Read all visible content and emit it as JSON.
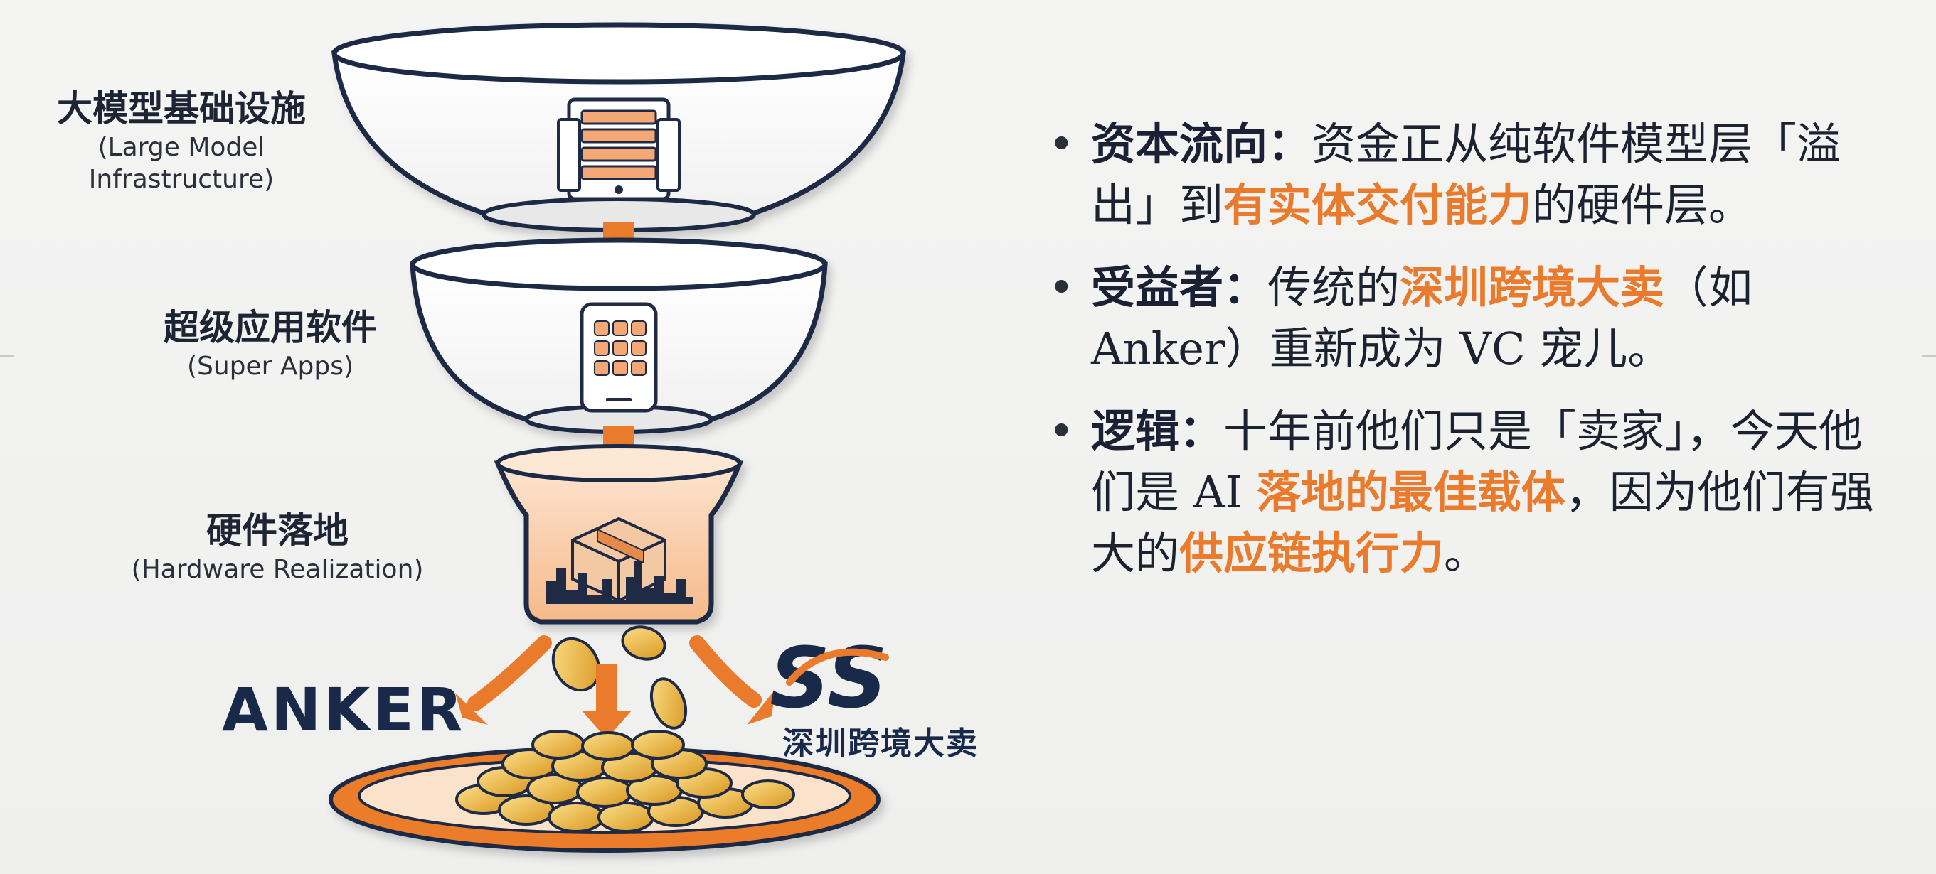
{
  "stages": {
    "infra": {
      "zh": "大模型基础设施",
      "en_line1": "(Large Model",
      "en_line2": "Infrastructure)"
    },
    "apps": {
      "zh": "超级应用软件",
      "en": "(Super Apps)"
    },
    "hardware": {
      "zh": "硬件落地",
      "en": "(Hardware Realization)"
    }
  },
  "icons": {
    "infra": "server-rack-icon",
    "apps": "smartphone-apps-icon",
    "hardware": "package-city-icon",
    "flow": "arrow-down-icon",
    "coins": "gold-coins-icon"
  },
  "brands": {
    "anker": "ANKER",
    "ss_mark": "SS",
    "ss_name": "深圳跨境大卖"
  },
  "colors": {
    "accent_orange": "#ea7b2c",
    "navy": "#18294a",
    "funnel_outline": "#1f2a44",
    "coin_gold": "#e9b53a"
  },
  "bullets": [
    {
      "key": "资本流向：",
      "text1": "资金正从纯软件模型层「溢出」到",
      "highlight1": "有实体交付能力",
      "text2": "的硬件层。"
    },
    {
      "key": "受益者：",
      "text1": "传统的",
      "highlight1": "深圳跨境大卖",
      "text2": "（如 Anker）重新成为 VC 宠儿。"
    },
    {
      "key": "逻辑：",
      "text1": "十年前他们只是「卖家」，今天他们是 AI ",
      "highlight1": "落地的最佳载体",
      "text2": "，因为他们有强大的",
      "highlight2": "供应链执行力",
      "text3": "。"
    }
  ]
}
